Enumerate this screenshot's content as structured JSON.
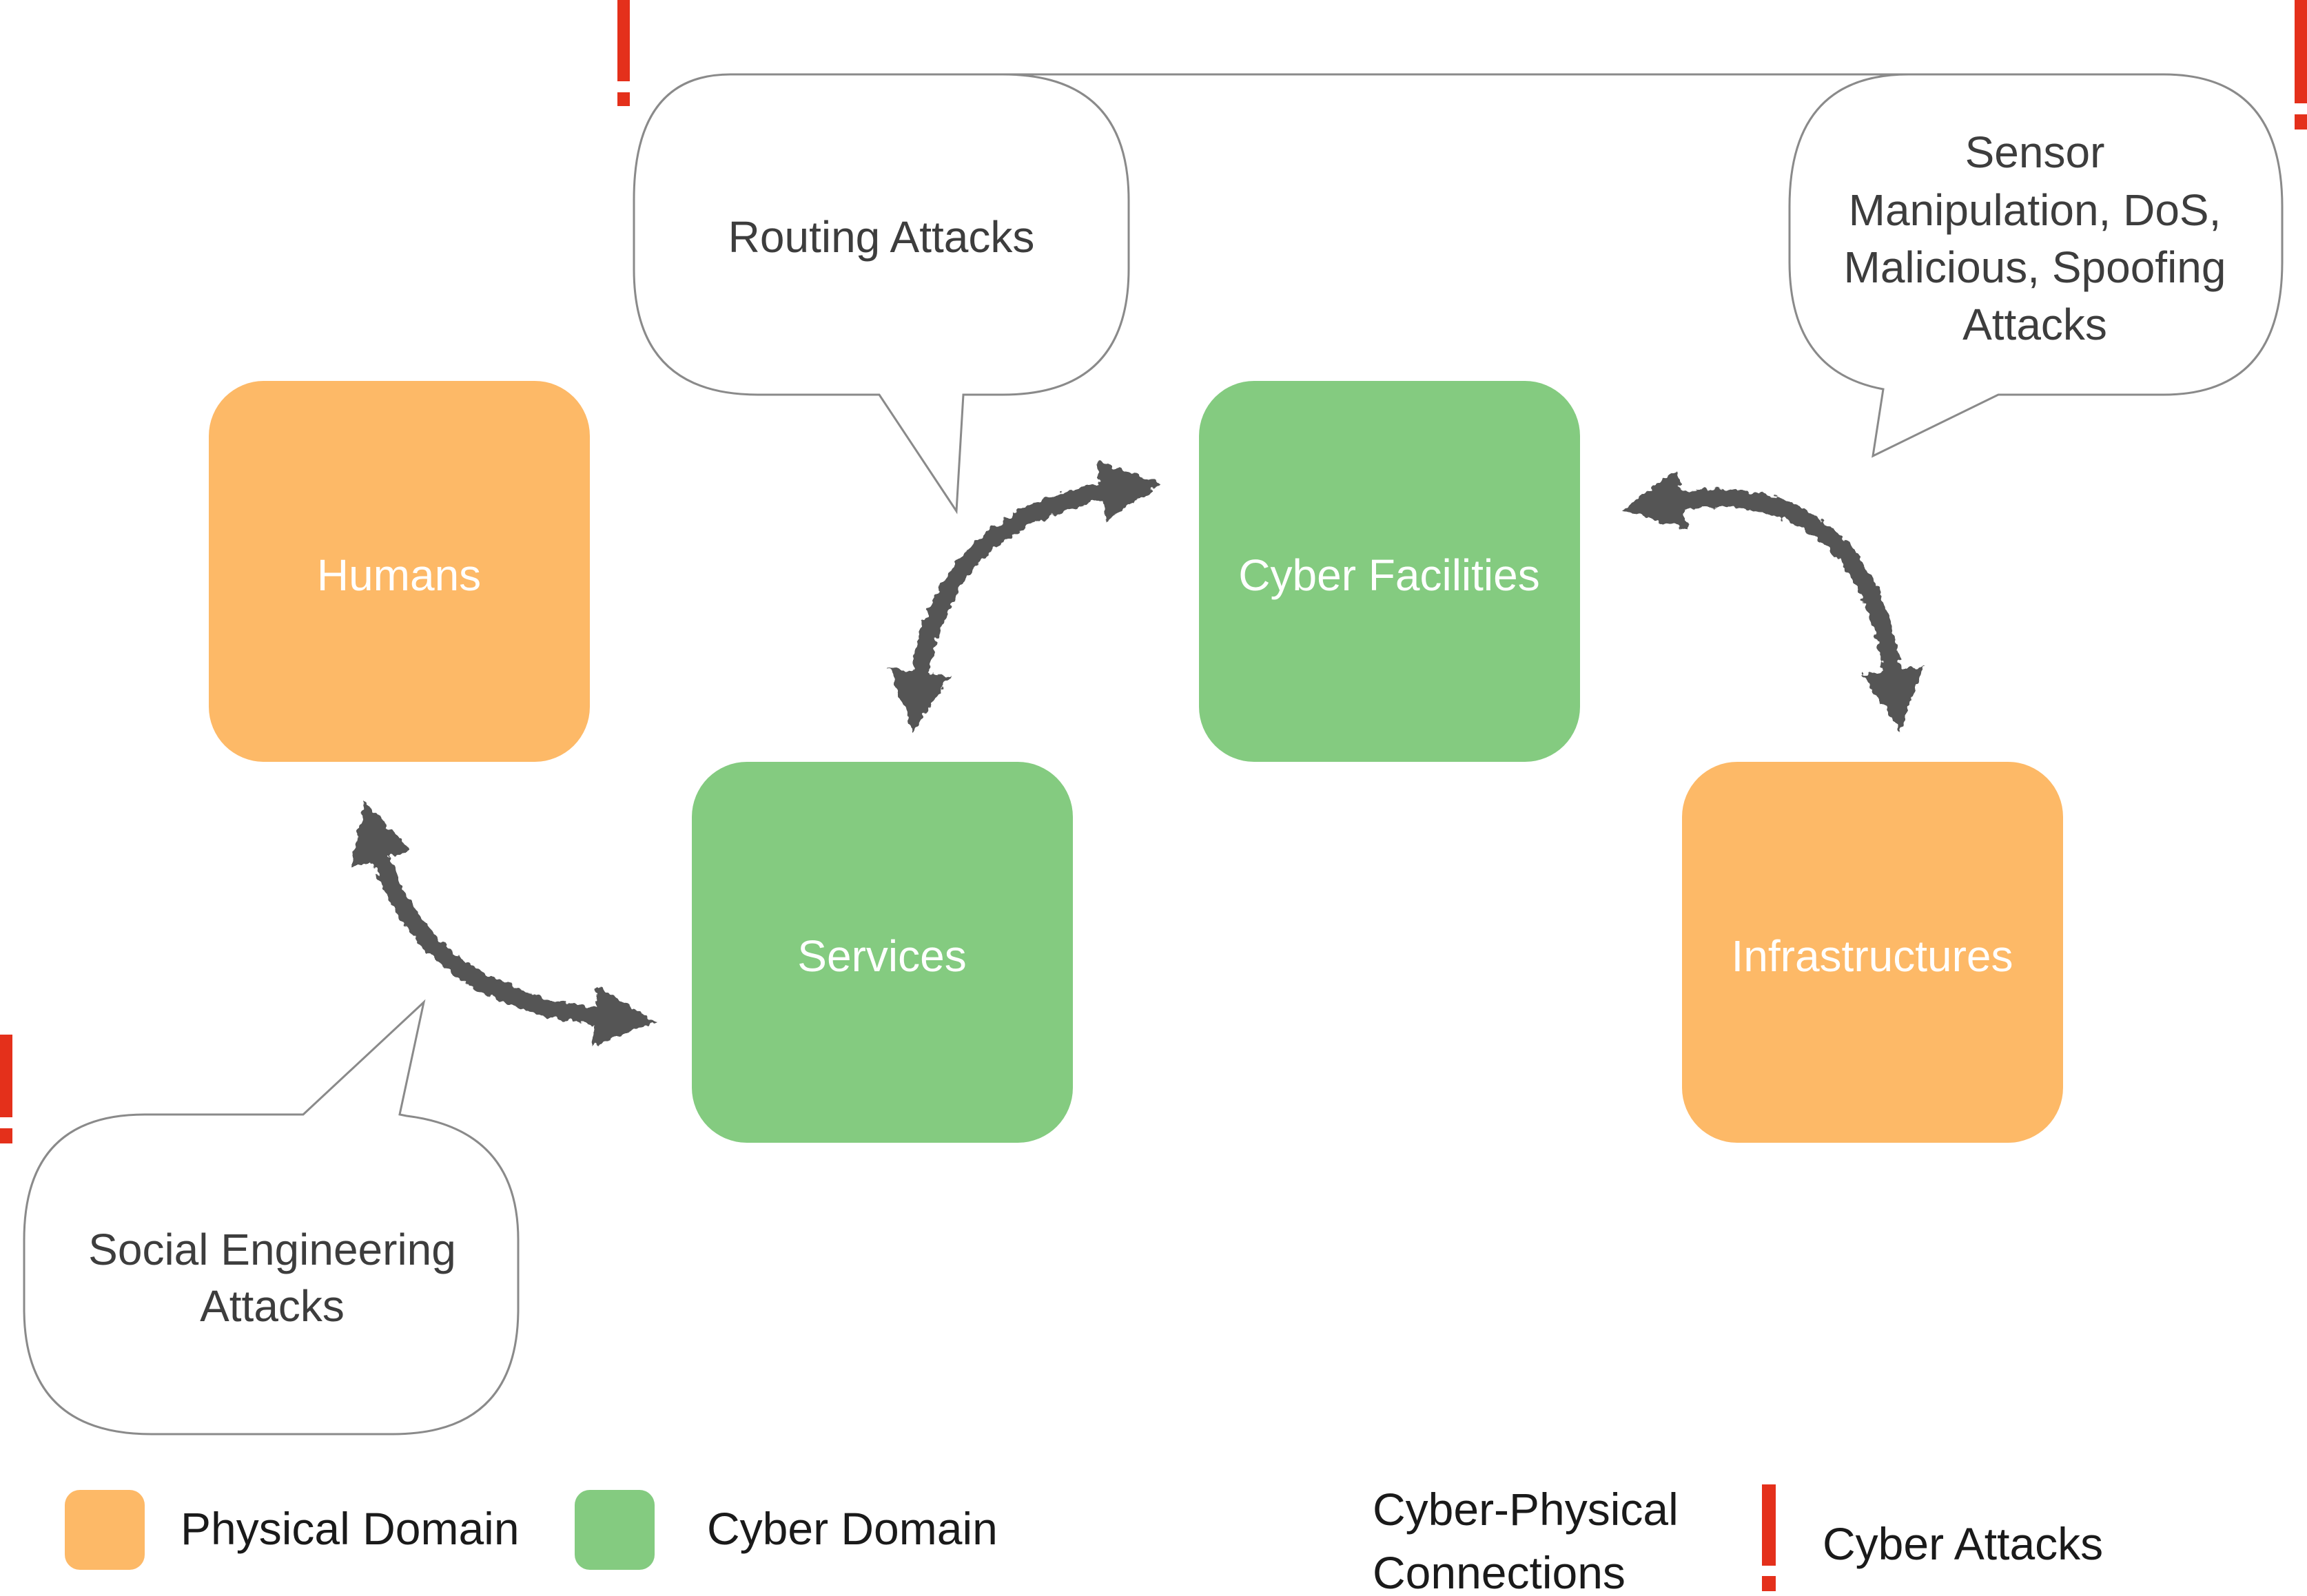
{
  "colors": {
    "physical": "#FDB967",
    "cyber": "#84CB80",
    "arrow": "#555555",
    "attack": "#E4301B",
    "bubble_stroke": "#8a8a8a",
    "text_dark": "#3d3d3d"
  },
  "nodes": {
    "humans": "Humans",
    "services": "Services",
    "cyber_facilities": "Cyber Facilities",
    "infrastructures": "Infrastructures"
  },
  "bubbles": {
    "routing": [
      "Routing Attacks"
    ],
    "sensor": [
      "Sensor",
      "Manipulation, DoS,",
      "Malicious, Spoofing",
      "Attacks"
    ],
    "social": [
      "Social Engineering",
      "Attacks"
    ]
  },
  "attack_marker": "!",
  "legend": {
    "physical": "Physical Domain",
    "cyber": "Cyber Domain",
    "connections": [
      "Cyber-Physical",
      "Connections"
    ],
    "attacks": "Cyber Attacks"
  }
}
